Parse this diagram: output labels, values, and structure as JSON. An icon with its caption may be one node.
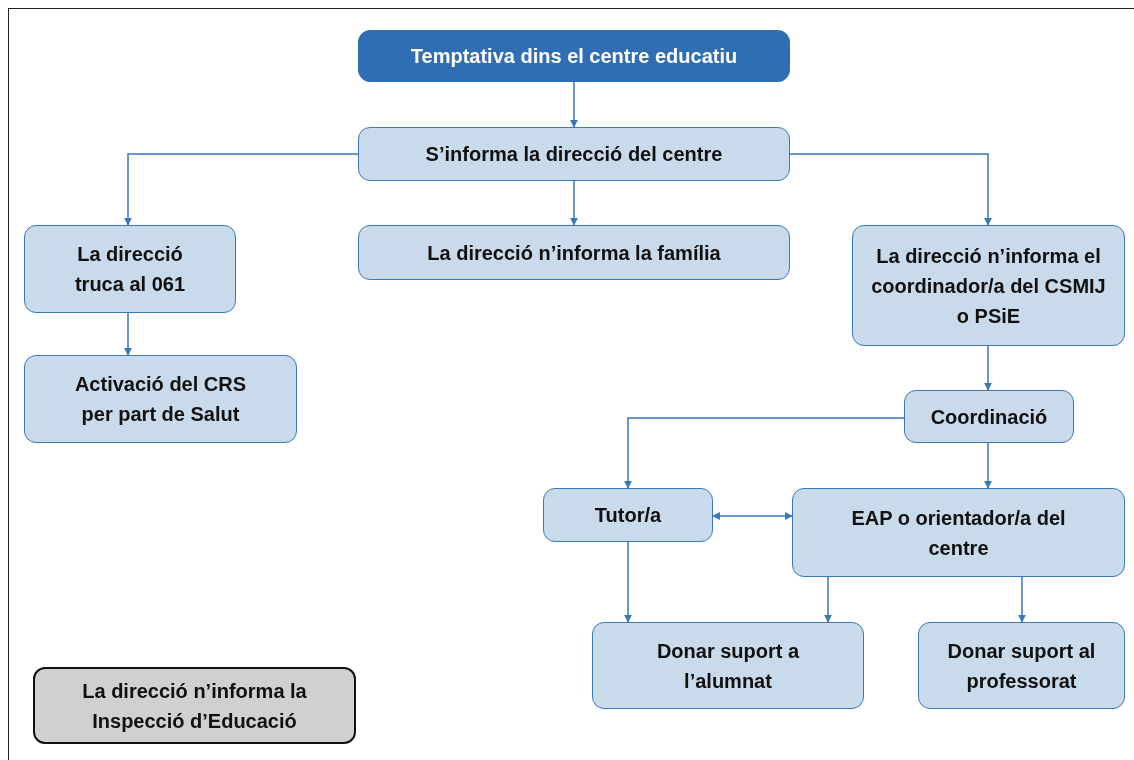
{
  "diagram": {
    "nodes": [
      {
        "text": [
          "Temptativa dins el centre educatiu"
        ]
      },
      {
        "text": [
          "S’informa la direcció del centre"
        ]
      },
      {
        "text": [
          "La direcció truca al 061"
        ]
      },
      {
        "text": [
          "La direcció n’informa la família"
        ]
      },
      {
        "text": [
          "La direcció n’informa el coordinador/a del CSMIJ o PSiE"
        ]
      },
      {
        "text": [
          "Activació del CRS per part de Salut"
        ]
      },
      {
        "text": [
          "Coordinació"
        ]
      },
      {
        "text": [
          "Tutor/a"
        ]
      },
      {
        "text": [
          "EAP o orientador/a del centre"
        ]
      },
      {
        "text": [
          "Donar suport a l’alumnat"
        ]
      },
      {
        "text": [
          "Donar suport al professorat"
        ]
      },
      {
        "text": [
          "La direcció n’informa la Inspecció d’Educació"
        ]
      }
    ],
    "edges": [
      {
        "from": 0,
        "to": 1,
        "arrow": "to"
      },
      {
        "from": 1,
        "to": 2,
        "arrow": "to"
      },
      {
        "from": 1,
        "to": 3,
        "arrow": "to"
      },
      {
        "from": 1,
        "to": 4,
        "arrow": "to"
      },
      {
        "from": 2,
        "to": 5,
        "arrow": "to"
      },
      {
        "from": 4,
        "to": 6,
        "arrow": "to"
      },
      {
        "from": 6,
        "to": 7,
        "arrow": "to"
      },
      {
        "from": 6,
        "to": 8,
        "arrow": "to"
      },
      {
        "from": 7,
        "to": 8,
        "arrow": "both"
      },
      {
        "from": 7,
        "to": 9,
        "arrow": "to"
      },
      {
        "from": 8,
        "to": 9,
        "arrow": "to"
      },
      {
        "from": 8,
        "to": 10,
        "arrow": "to"
      }
    ]
  }
}
